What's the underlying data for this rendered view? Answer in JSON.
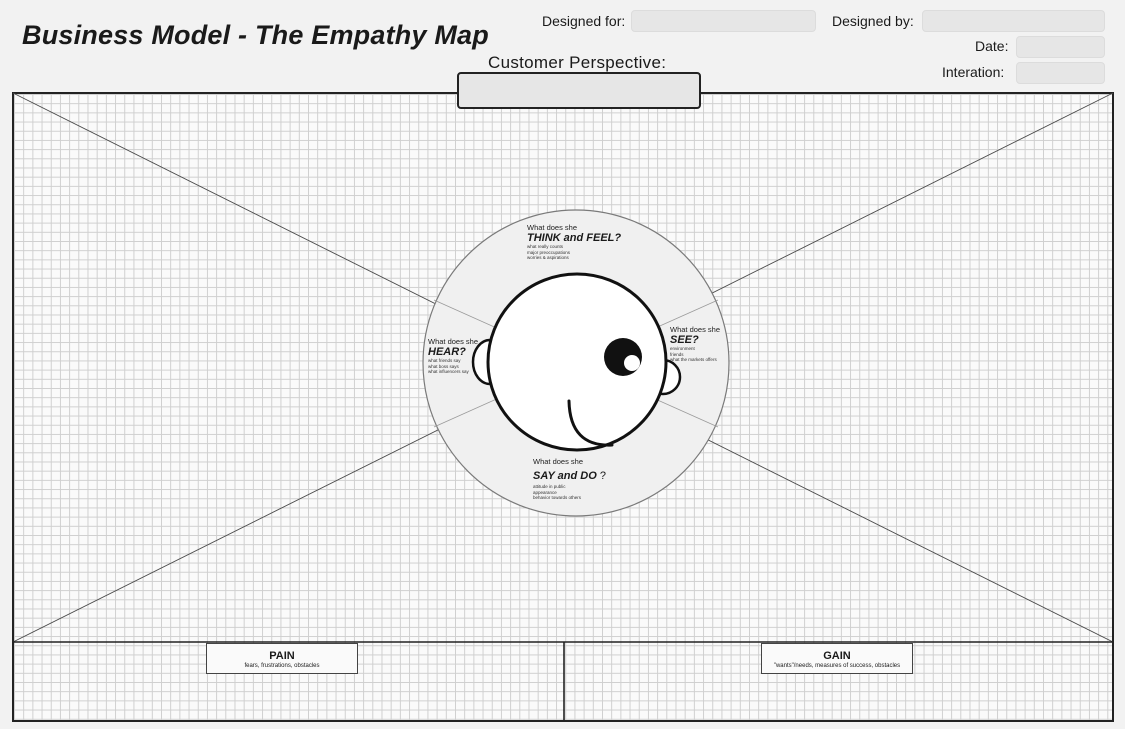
{
  "header": {
    "title": "Business Model - The Empathy Map",
    "designed_for_label": "Designed for:",
    "designed_by_label": "Designed by:",
    "date_label": "Date:",
    "iteration_label": "Interation:",
    "customer_perspective_label": "Customer Perspective:"
  },
  "quadrants": {
    "think": {
      "prefix": "What does she",
      "title": "THINK and FEEL?",
      "notes": [
        "what really counts",
        "major preoccupations",
        "worries & aspirations"
      ]
    },
    "hear": {
      "prefix": "What does she",
      "title": "HEAR?",
      "notes": [
        "what friends say",
        "what boss says",
        "what influencers say"
      ]
    },
    "see": {
      "prefix": "What does she",
      "title": "SEE?",
      "notes": [
        "environment",
        "friends",
        "what the markets offers"
      ]
    },
    "say": {
      "prefix": "What does she",
      "title": "SAY and DO",
      "mark": " ?",
      "notes": [
        "attitude in public",
        "appearance",
        "behavior towards others"
      ]
    }
  },
  "bottom": {
    "pain": {
      "title": "PAIN",
      "sub": "fears, frustrations, obstacles"
    },
    "gain": {
      "title": "GAIN",
      "sub": "\"wants\"/needs, measures of success, obstacles"
    }
  }
}
